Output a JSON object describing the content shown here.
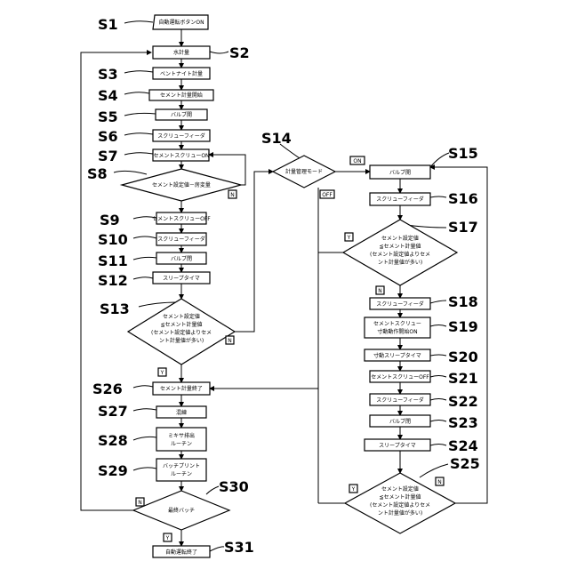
{
  "steps": {
    "s1": {
      "label": "S1",
      "text": "自動運転ボタンON"
    },
    "s2": {
      "label": "S2",
      "text": "水計量"
    },
    "s3": {
      "label": "S3",
      "text": "ベントナイト計量"
    },
    "s4": {
      "label": "S4",
      "text": "セメント計量開始"
    },
    "s5": {
      "label": "S5",
      "text": "バルブ開"
    },
    "s6": {
      "label": "S6",
      "text": "スクリューフィーダ"
    },
    "s7": {
      "label": "S7",
      "text": "セメントスクリューON"
    },
    "s8": {
      "label": "S8",
      "line1": "セメント設定値－房変量"
    },
    "s9": {
      "label": "S9",
      "text": "セメントスクリューOFF"
    },
    "s10": {
      "label": "S10",
      "text": "スクリューフィーダ"
    },
    "s11": {
      "label": "S11",
      "text": "バルブ閉"
    },
    "s12": {
      "label": "S12",
      "text": "スリープタイマ"
    },
    "s13": {
      "label": "S13",
      "line1": "セメント設定値",
      "line2": "≦セメント計量値",
      "line3": "(セメント設定値よりセメ",
      "line4": "ント計量値が多い)"
    },
    "s14": {
      "label": "S14",
      "text": "計量管理モード"
    },
    "s15": {
      "label": "S15",
      "text": "バルブ開"
    },
    "s16": {
      "label": "S16",
      "text": "スクリューフィーダ"
    },
    "s17": {
      "label": "S17",
      "line1": "セメント設定値",
      "line2": "≦セメント計量値",
      "line3": "(セメント設定値よりセメ",
      "line4": "ント計量値が多い)"
    },
    "s18": {
      "label": "S18",
      "text": "スクリューフィーダ"
    },
    "s19": {
      "label": "S19",
      "line1": "セメントスクリュー",
      "line2": "寸動動作開始ON"
    },
    "s20": {
      "label": "S20",
      "text": "寸動スリープタイマ"
    },
    "s21": {
      "label": "S21",
      "text": "セメントスクリューOFF"
    },
    "s22": {
      "label": "S22",
      "text": "スクリューフィーダ"
    },
    "s23": {
      "label": "S23",
      "text": "バルブ閉"
    },
    "s24": {
      "label": "S24",
      "text": "スリープタイマ"
    },
    "s25": {
      "label": "S25",
      "line1": "セメント設定値",
      "line2": "≦セメント計量値",
      "line3": "(セメント設定値よりセメ",
      "line4": "ント計量値が多い)"
    },
    "s26": {
      "label": "S26",
      "text": "セメント計量終了"
    },
    "s27": {
      "label": "S27",
      "text": "混練"
    },
    "s28": {
      "label": "S28",
      "line1": "ミキサ排出",
      "line2": "ルーチン"
    },
    "s29": {
      "label": "S29",
      "line1": "バッチプリント",
      "line2": "ルーチン"
    },
    "s30": {
      "label": "S30",
      "text": "最終バッチ"
    },
    "s31": {
      "label": "S31",
      "text": "自動運転終了"
    }
  },
  "branch_labels": {
    "s8_no": "N",
    "s13_no": "N",
    "s13_yes": "Y",
    "s14_on": "ON",
    "s14_off": "OFF",
    "s17_yes": "Y",
    "s17_no": "N",
    "s25_yes": "Y",
    "s25_no": "N",
    "s30_no": "N",
    "s30_yes": "Y"
  }
}
